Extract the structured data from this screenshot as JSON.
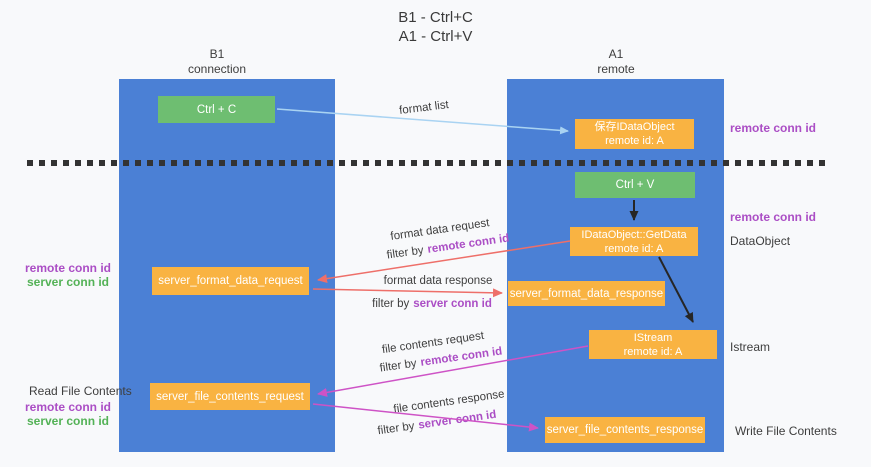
{
  "title": {
    "line1": "B1 - Ctrl+C",
    "line2": "A1 - Ctrl+V"
  },
  "columns": {
    "left": {
      "name": "B1",
      "subtitle": "connection"
    },
    "right": {
      "name": "A1",
      "subtitle": "remote"
    }
  },
  "nodes": {
    "ctrl_c": {
      "label": "Ctrl + C"
    },
    "ctrl_v": {
      "label": "Ctrl + V"
    },
    "save_dataobject": {
      "line1": "保存IDataObject",
      "line2": "remote id: A"
    },
    "getdata": {
      "line1": "IDataObject::GetData",
      "line2": "remote id: A"
    },
    "istream": {
      "line1": "IStream",
      "line2": "remote id: A"
    },
    "server_format_data_request": {
      "label": "server_format_data_request"
    },
    "server_format_data_response": {
      "label": "server_format_data_response"
    },
    "server_file_contents_request": {
      "label": "server_file_contents_request"
    },
    "server_file_contents_response": {
      "label": "server_file_contents_response"
    }
  },
  "flows": {
    "format_list": "format list",
    "format_data_request": "format data request",
    "format_data_response": "format data response",
    "file_contents_request": "file contents request",
    "file_contents_response": "file contents response",
    "filter_by": "filter by",
    "remote_conn_id": "remote conn id",
    "server_conn_id": "server conn id"
  },
  "side_labels": {
    "left": {
      "remote_conn_id": "remote conn id",
      "server_conn_id": "server conn id",
      "read_file_contents": "Read File Contents"
    },
    "right": {
      "remote_conn_id_top": "remote conn id",
      "remote_conn_id_mid": "remote conn id",
      "dataobject": "DataObject",
      "istream": "Istream",
      "write_file_contents": "Write File Contents"
    }
  },
  "colors": {
    "lane_blue": "#4b80d5",
    "box_green": "#6ebe71",
    "box_orange": "#f9b342",
    "arrow_lightblue": "#a9d3f2",
    "arrow_red": "#ee6f69",
    "arrow_magenta": "#ce53c6",
    "arrow_black": "#262626",
    "text_purple": "#ab4ec5",
    "text_green": "#54b257",
    "text_dark": "#3e3e3e"
  }
}
